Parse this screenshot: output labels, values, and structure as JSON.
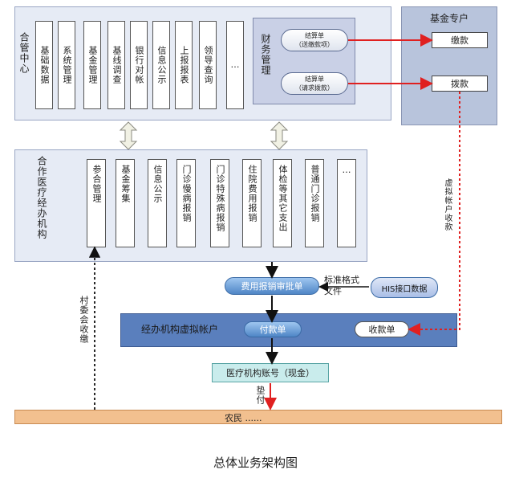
{
  "top_center": {
    "title": "合管中心",
    "modules": [
      "基础数据",
      "系统管理",
      "基金管理",
      "基线调查",
      "银行对帐",
      "信息公示",
      "上报报表",
      "领导查询",
      "…"
    ],
    "finance": {
      "title": "财务管理",
      "bill1_line1": "结算单",
      "bill1_line2": "（送缴款项）",
      "bill2_line1": "结算单",
      "bill2_line2": "（请求拨款）"
    }
  },
  "fund_account": {
    "title": "基金专户",
    "pay_in": "缴款",
    "allocate": "拨款"
  },
  "virtual_receipt_label": "虚拟帐户收款",
  "agency": {
    "title": "合作医疗经办机构",
    "modules": [
      "参合管理",
      "基金筹集",
      "信息公示",
      "门诊慢病报销",
      "门诊特殊病报销",
      "住院费用报销",
      "体检等其它支出",
      "普通门诊报销",
      "…"
    ]
  },
  "approval_form": "费用报销审批单",
  "standard_file": "标准格式文件",
  "his_data": "HIS接口数据",
  "virtual_account": {
    "title": "经办机构虚拟帐户",
    "payment_order": "付款单",
    "receipt_order": "收款单"
  },
  "village_label": "村委会收缴",
  "hospital_account": "医疗机构账号（现金）",
  "advance_pay": "垫付",
  "farmers": "农民 ......",
  "caption": "总体业务架构图",
  "colors": {
    "panel": "#e6ebf5",
    "fund_panel": "#b8c4dc",
    "virtual_bar": "#5a7fbd",
    "red_arrow": "#e02020",
    "farmers_bar": "#f2c08f",
    "hospital_box": "#c9ecec"
  }
}
